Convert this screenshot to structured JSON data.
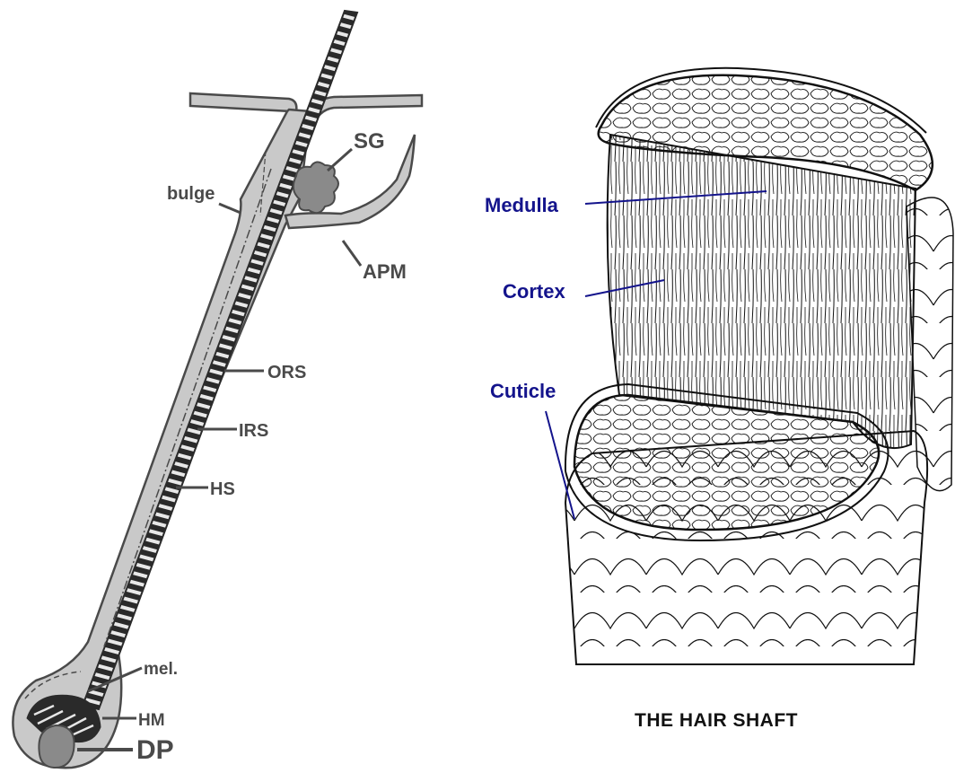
{
  "follicle_diagram": {
    "labels": {
      "sg": "SG",
      "bulge": "bulge",
      "apm": "APM",
      "ors": "ORS",
      "irs": "IRS",
      "hs": "HS",
      "mel": "mel.",
      "hm": "HM",
      "dp": "DP"
    },
    "colors": {
      "sheath_fill": "#c9c9c9",
      "outline": "#4a4a4a",
      "shaft_dark": "#2a2a2a",
      "gland_fill": "#8a8a8a"
    }
  },
  "hair_shaft_diagram": {
    "labels": {
      "medulla": "Medulla",
      "cortex": "Cortex",
      "cuticle": "Cuticle"
    },
    "caption": "THE HAIR SHAFT",
    "colors": {
      "label_blue": "#14148c",
      "ink": "#111111"
    }
  }
}
